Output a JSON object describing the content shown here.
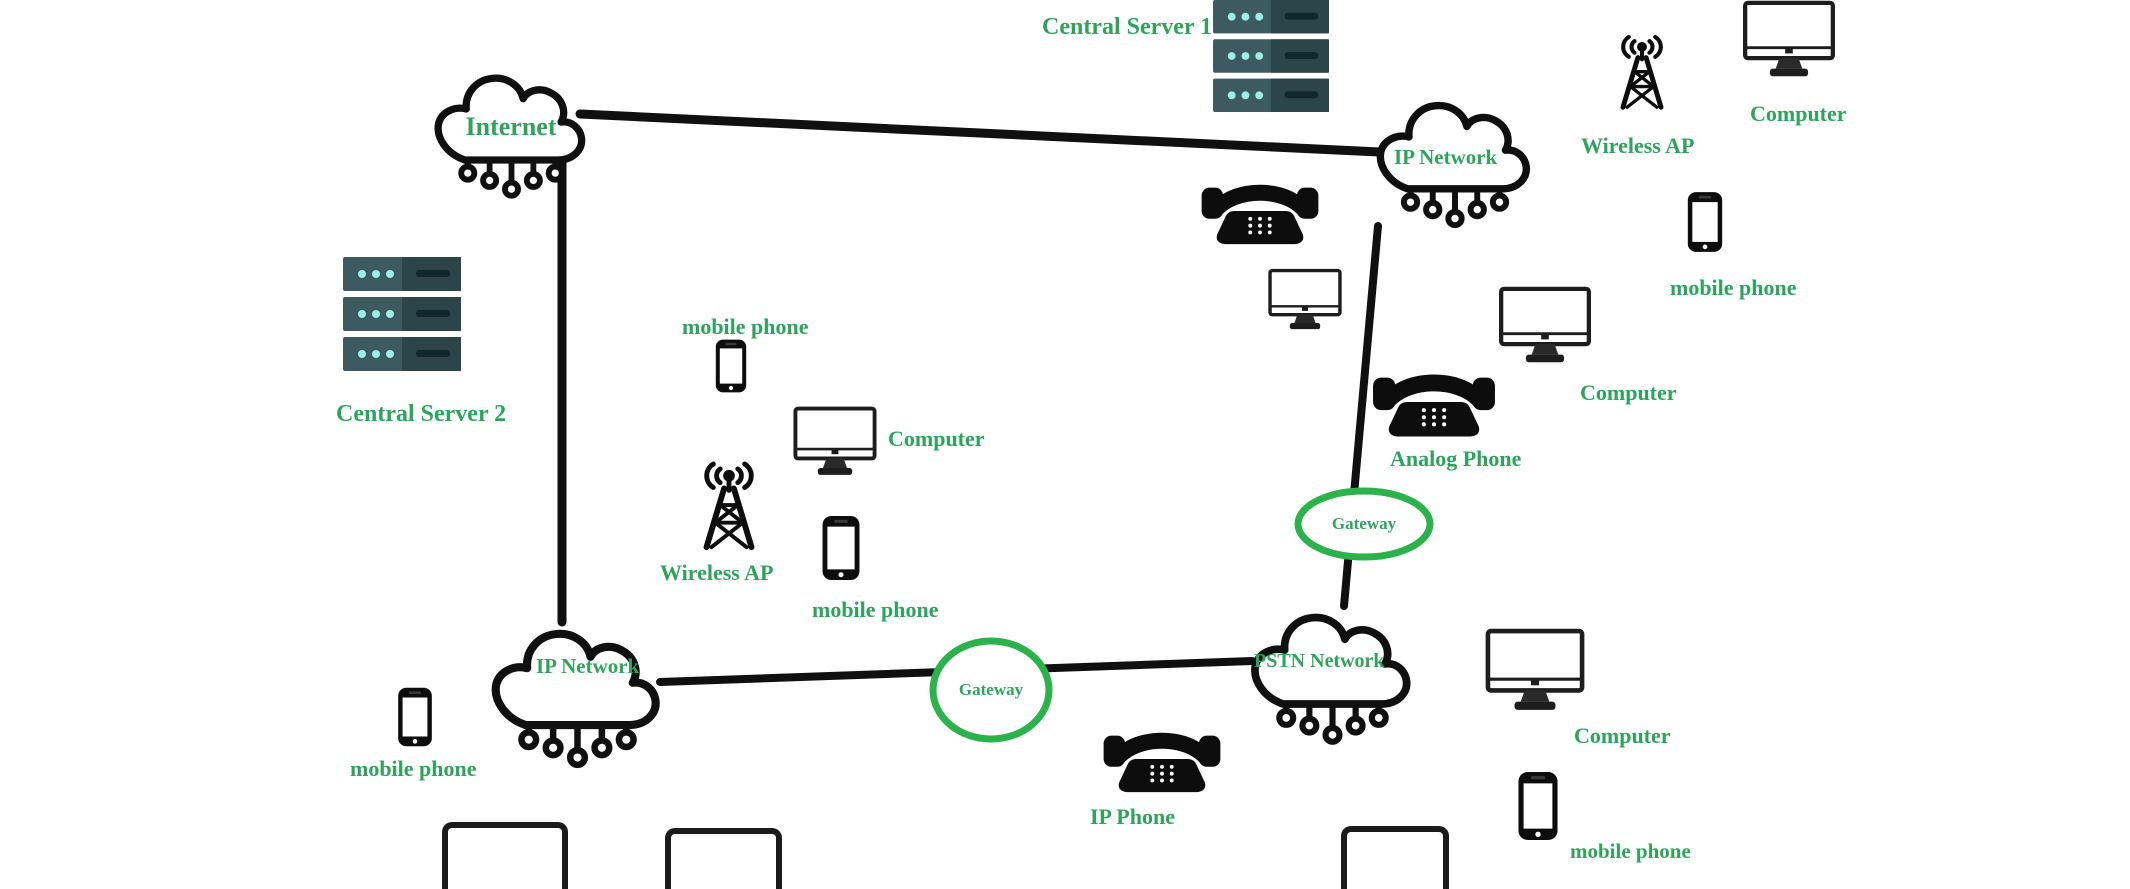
{
  "diagram": {
    "type": "network-topology",
    "colors": {
      "label_green": "#2EA35C",
      "gateway_ring_green": "#2BB24B",
      "line_black": "#101010",
      "server_panel_light": "#3D5A60",
      "server_panel_dark": "#2B4549",
      "server_led_cyan": "#9BEFE7",
      "server_slot": "#10272B",
      "background": "#FFFFFF"
    },
    "nodes": {
      "internet": {
        "label": "Internet",
        "shape": "cloud"
      },
      "central_server_1": {
        "label": "Central Server 1",
        "shape": "server-rack"
      },
      "central_server_2": {
        "label": "Central Server 2",
        "shape": "server-rack"
      },
      "ip_network_top_right": {
        "label": "IP Network",
        "shape": "cloud"
      },
      "ip_network_bottom_left": {
        "label": "IP Network",
        "shape": "cloud"
      },
      "pstn_network": {
        "label": "PSTN Network",
        "shape": "cloud"
      },
      "gateway_right": {
        "label": "Gateway",
        "shape": "ellipse"
      },
      "gateway_center": {
        "label": "Gateway",
        "shape": "ellipse"
      },
      "wireless_ap_top_right": {
        "label": "Wireless AP",
        "shape": "antenna-tower"
      },
      "wireless_ap_middle": {
        "label": "Wireless AP",
        "shape": "antenna-tower"
      },
      "computer_top_right": {
        "label": "Computer",
        "shape": "monitor"
      },
      "computer_middle": {
        "label": "Computer",
        "shape": "monitor"
      },
      "computer_right": {
        "label": "Computer",
        "shape": "monitor"
      },
      "computer_bottom_right": {
        "label": "Computer",
        "shape": "monitor"
      },
      "mobile_phone_right": {
        "label": "mobile phone",
        "shape": "smartphone"
      },
      "mobile_phone_middle_left": {
        "label": "mobile phone",
        "shape": "smartphone"
      },
      "mobile_phone_middle": {
        "label": "mobile phone",
        "shape": "smartphone"
      },
      "mobile_phone_bottom_left": {
        "label": "mobile phone",
        "shape": "smartphone"
      },
      "mobile_phone_bottom_right": {
        "label": "mobile phone",
        "shape": "smartphone"
      },
      "analog_phone": {
        "label": "Analog Phone",
        "shape": "desk-phone"
      },
      "ip_phone": {
        "label": "IP Phone",
        "shape": "desk-phone"
      },
      "desk_phone_unlabeled": {
        "label": "",
        "shape": "desk-phone"
      },
      "monitor_unlabeled": {
        "label": "",
        "shape": "monitor"
      }
    },
    "connections": [
      {
        "from": "internet",
        "to": "ip_network_top_right"
      },
      {
        "from": "internet",
        "to": "ip_network_bottom_left"
      },
      {
        "from": "ip_network_top_right",
        "to": "pstn_network",
        "via": "gateway_right"
      },
      {
        "from": "ip_network_bottom_left",
        "to": "pstn_network",
        "via": "gateway_center"
      }
    ]
  }
}
